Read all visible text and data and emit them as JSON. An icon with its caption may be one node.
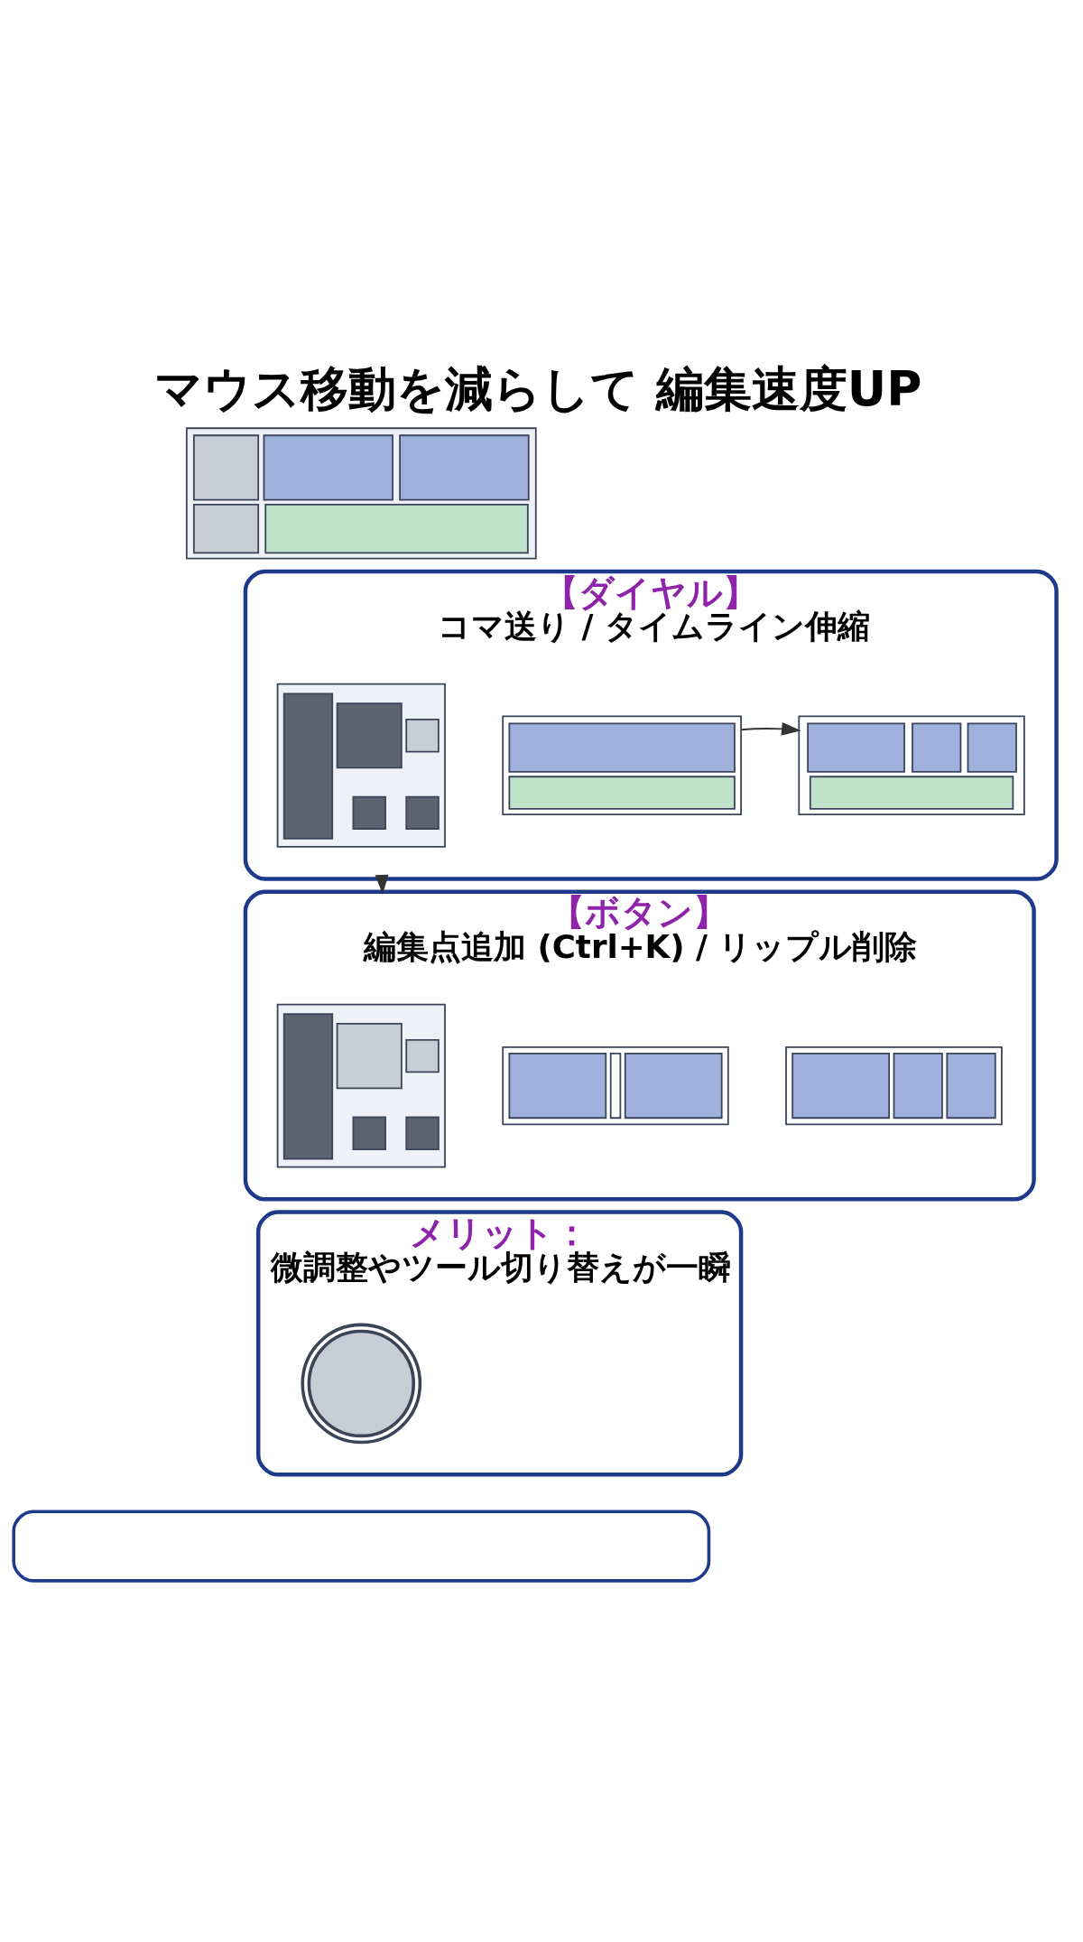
{
  "diagram": {
    "title": "マウス移動を減らして 編集速度UP",
    "nodes": [
      {
        "text": [],
        "shape": "picture"
      },
      {
        "text": [
          "【ダイヤル】",
          "コマ送り / タイムライン伸縮"
        ]
      },
      {
        "text": [],
        "shape": "picture",
        "in": 1
      },
      {
        "text": [],
        "shape": "picture",
        "in": 1
      },
      {
        "text": [],
        "shape": "picture",
        "in": 1
      },
      {
        "text": [
          "【ボタン】",
          "編集点追加 (Ctrl+K) / リップル削除"
        ]
      },
      {
        "text": [],
        "shape": "picture",
        "in": 5
      },
      {
        "text": [],
        "shape": "picture",
        "in": 5
      },
      {
        "text": [],
        "shape": "picture",
        "in": 5
      },
      {
        "text": [
          "メリット：",
          "微調整やツール切り替えが一瞬"
        ]
      },
      {
        "text": [],
        "shape": "picture",
        "in": 9
      },
      {
        "text": [],
        "shape": "box"
      }
    ],
    "edges": [
      {
        "from": 3,
        "to": 4,
        "arrow": "to"
      },
      {
        "from": 1,
        "to": 5,
        "arrow": "to"
      }
    ]
  }
}
